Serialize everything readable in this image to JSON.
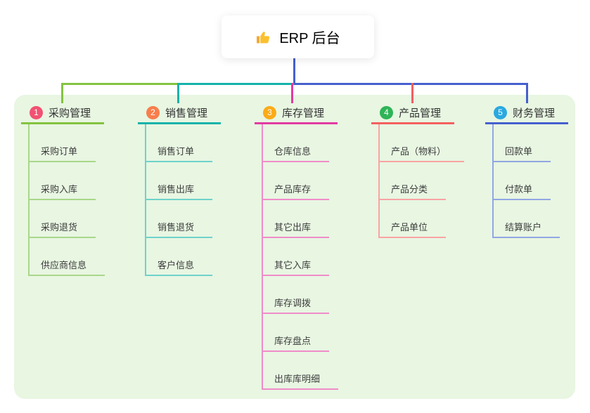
{
  "root": {
    "title": "ERP 后台",
    "icon": "thumbs-up-icon",
    "line_color": "#4660cf",
    "icon_colors": {
      "hand": "#fbc02d",
      "cuff": "#f3a93c"
    }
  },
  "panel": {
    "background": "#e8f6e2"
  },
  "branches": [
    {
      "index": "1",
      "title": "采购管理",
      "badge_color": "#f25172",
      "color": "#84c341",
      "color_light": "#a9d78a",
      "children": [
        "采购订单",
        "采购入库",
        "采购退货",
        "供应商信息"
      ]
    },
    {
      "index": "2",
      "title": "销售管理",
      "badge_color": "#f87e4b",
      "color": "#16b3aa",
      "color_light": "#6fd2cb",
      "children": [
        "销售订单",
        "销售出库",
        "销售退货",
        "客户信息"
      ]
    },
    {
      "index": "3",
      "title": "库存管理",
      "badge_color": "#fbab18",
      "color": "#e23ba2",
      "color_light": "#f08cc9",
      "children": [
        "仓库信息",
        "产品库存",
        "其它出库",
        "其它入库",
        "库存调拨",
        "库存盘点",
        "出库库明细"
      ]
    },
    {
      "index": "4",
      "title": "产品管理",
      "badge_color": "#2eb457",
      "color": "#f45f5f",
      "color_light": "#f9a3a3",
      "children": [
        "产品（物料）",
        "产品分类",
        "产品单位"
      ]
    },
    {
      "index": "5",
      "title": "财务管理",
      "badge_color": "#2aa9e0",
      "color": "#4660cf",
      "color_light": "#92a6e3",
      "children": [
        "回款单",
        "付款单",
        "结算账户"
      ]
    }
  ]
}
